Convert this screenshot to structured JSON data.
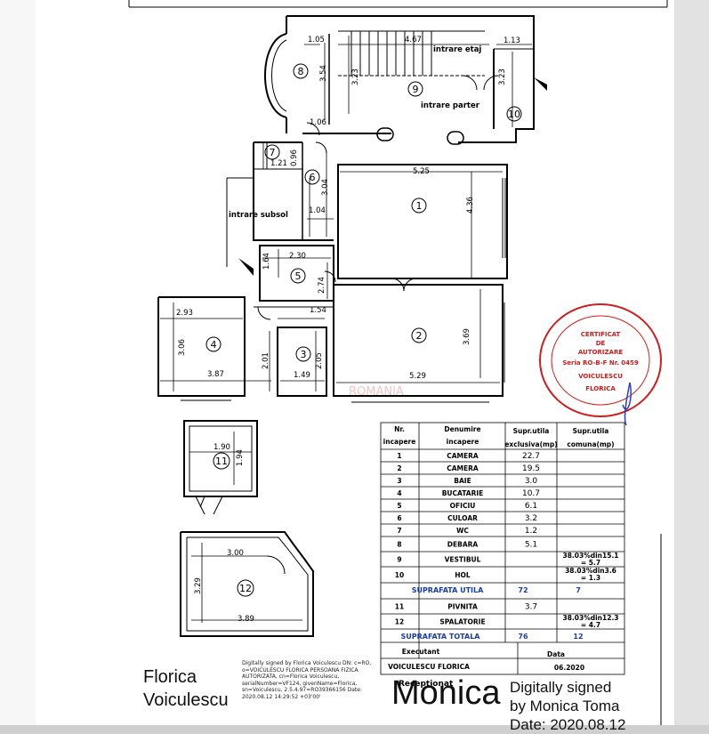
{
  "plan": {
    "rooms": [
      {
        "n": "1"
      },
      {
        "n": "2"
      },
      {
        "n": "3"
      },
      {
        "n": "4"
      },
      {
        "n": "5"
      },
      {
        "n": "6"
      },
      {
        "n": "7"
      },
      {
        "n": "8"
      },
      {
        "n": "9"
      },
      {
        "n": "10"
      },
      {
        "n": "11"
      },
      {
        "n": "12"
      }
    ],
    "labels": {
      "intrare_etaj": "intrare etaj",
      "intrare_parter": "intrare parter",
      "intrare_subsol": "intrare subsol",
      "watermark": "ROMANIA"
    },
    "dims": {
      "d105": "1.05",
      "d467": "4.67",
      "d113": "1.13",
      "d354": "3.54",
      "d323a": "3.23",
      "d323b": "3.23",
      "d106": "1.06",
      "d096": "0.96",
      "d121": "1.21",
      "d525": "5.25",
      "d304": "3.04",
      "d104": "1.04",
      "d436": "4.36",
      "d230": "2.30",
      "d164": "1.64",
      "d274": "2.74",
      "d293": "2.93",
      "d154": "1.54",
      "d306": "3.06",
      "d201": "2.01",
      "d205": "2.05",
      "d369": "3.69",
      "d387": "3.87",
      "d149": "1.49",
      "d529": "5.29",
      "d190": "1.90",
      "d194": "1.94",
      "d300": "3.00",
      "d329": "3.29",
      "d389": "3.89"
    }
  },
  "table": {
    "headers": {
      "nr_l1": "Nr.",
      "nr_l2": "incapere",
      "den_l1": "Denumire",
      "den_l2": "incapere",
      "excl_l1": "Supr.utila",
      "excl_l2": "exclusiva(mp)",
      "com_l1": "Supr.utila",
      "com_l2": "comuna(mp)"
    },
    "rows": [
      {
        "nr": "1",
        "name": "CAMERA",
        "excl": "22.7",
        "com": ""
      },
      {
        "nr": "2",
        "name": "CAMERA",
        "excl": "19.5",
        "com": ""
      },
      {
        "nr": "3",
        "name": "BAIE",
        "excl": "3.0",
        "com": ""
      },
      {
        "nr": "4",
        "name": "BUCATARIE",
        "excl": "10.7",
        "com": ""
      },
      {
        "nr": "5",
        "name": "OFICIU",
        "excl": "6.1",
        "com": ""
      },
      {
        "nr": "6",
        "name": "CULOAR",
        "excl": "3.2",
        "com": ""
      },
      {
        "nr": "7",
        "name": "WC",
        "excl": "1.2",
        "com": ""
      },
      {
        "nr": "8",
        "name": "DEBARA",
        "excl": "5.1",
        "com": ""
      },
      {
        "nr": "9",
        "name": "VESTIBUL",
        "excl": "",
        "com": "38.03%din15.1",
        "com2": "= 5.7"
      },
      {
        "nr": "10",
        "name": "HOL",
        "excl": "",
        "com": "38.03%din3.6",
        "com2": "= 1.3"
      }
    ],
    "utila": {
      "label": "SUPRAFATA UTILA",
      "excl": "72",
      "com": "7"
    },
    "rows2": [
      {
        "nr": "11",
        "name": "PIVNITA",
        "excl": "3.7",
        "com": ""
      },
      {
        "nr": "12",
        "name": "SPALATORIE",
        "excl": "",
        "com": "38.03%din12.3",
        "com2": "= 4.7"
      }
    ],
    "totala": {
      "label": "SUPRAFATA TOTALA",
      "excl": "76",
      "com": "12"
    },
    "executant_label": "Executant",
    "data_label": "Data",
    "executant": "VOICULESCU FLORICA",
    "date": "06.2020",
    "receptionat": "Receptionat"
  },
  "stamp": {
    "l1": "CERTIFICAT",
    "l2": "DE",
    "l3": "AUTORIZARE",
    "l4": "Seria RO-B-F Nr. 0459",
    "l5": "VOICULESCU",
    "l6": "FLORICA"
  },
  "signature1": {
    "name_l1": "Florica",
    "name_l2": "Voiculescu",
    "text": "Digitally signed by Florica Voiculescu DN: c=RO, o=VOICULESCU FLORICA PERSOANA FIZICA AUTORIZATA, cn=Florica Voiculescu, serialNumber=VF124, givenName=Florica, sn=Voiculescu, 2.5.4.97=RO39366156 Date: 2020.08.12 14:29:52 +03'00'"
  },
  "signature2": {
    "name": "Monica",
    "text_l1": "Digitally signed",
    "text_l2": "by Monica Toma",
    "text_l3": "Date: 2020.08.12"
  },
  "colors": {
    "stamp": "#d21d1d",
    "table_blue": "#1a3da8",
    "ink": "#000000"
  }
}
